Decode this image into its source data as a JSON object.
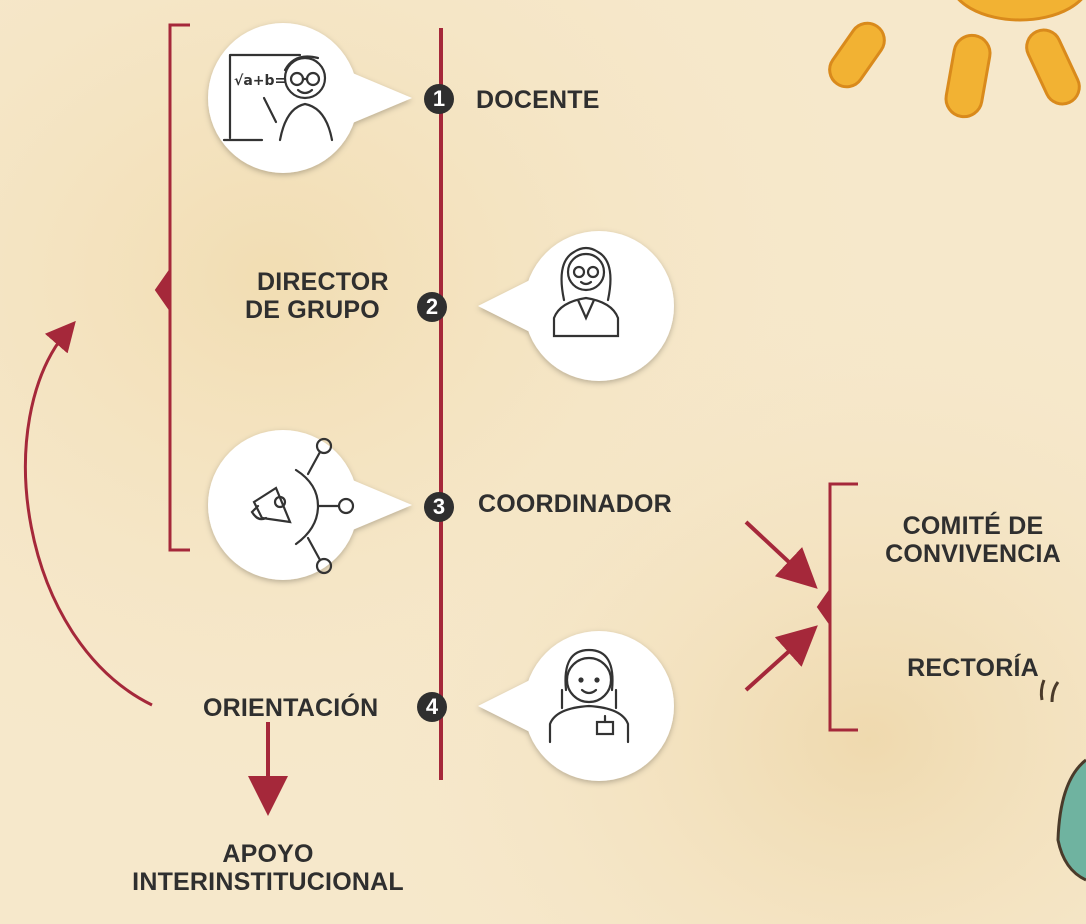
{
  "steps": [
    {
      "number": "1",
      "label": "DOCENTE"
    },
    {
      "number": "2",
      "label_line1": "DIRECTOR",
      "label_line2": "DE GRUPO"
    },
    {
      "number": "3",
      "label": "COORDINADOR"
    },
    {
      "number": "4",
      "label": "ORIENTACIÓN"
    }
  ],
  "escalation": {
    "item1_line1": "COMITÉ DE",
    "item1_line2": "CONVIVENCIA",
    "item2": "RECTORÍA"
  },
  "external": {
    "line1": "APOYO",
    "line2": "INTERINSTITUCIONAL"
  },
  "icons": [
    "teacher-icon",
    "director-icon",
    "megaphone-icon",
    "counselor-icon",
    "sun-decoration"
  ],
  "colors": {
    "accent": "#a5283a",
    "text": "#2f2f2f",
    "background": "#f6e8cb",
    "sun": "#f2b233"
  }
}
